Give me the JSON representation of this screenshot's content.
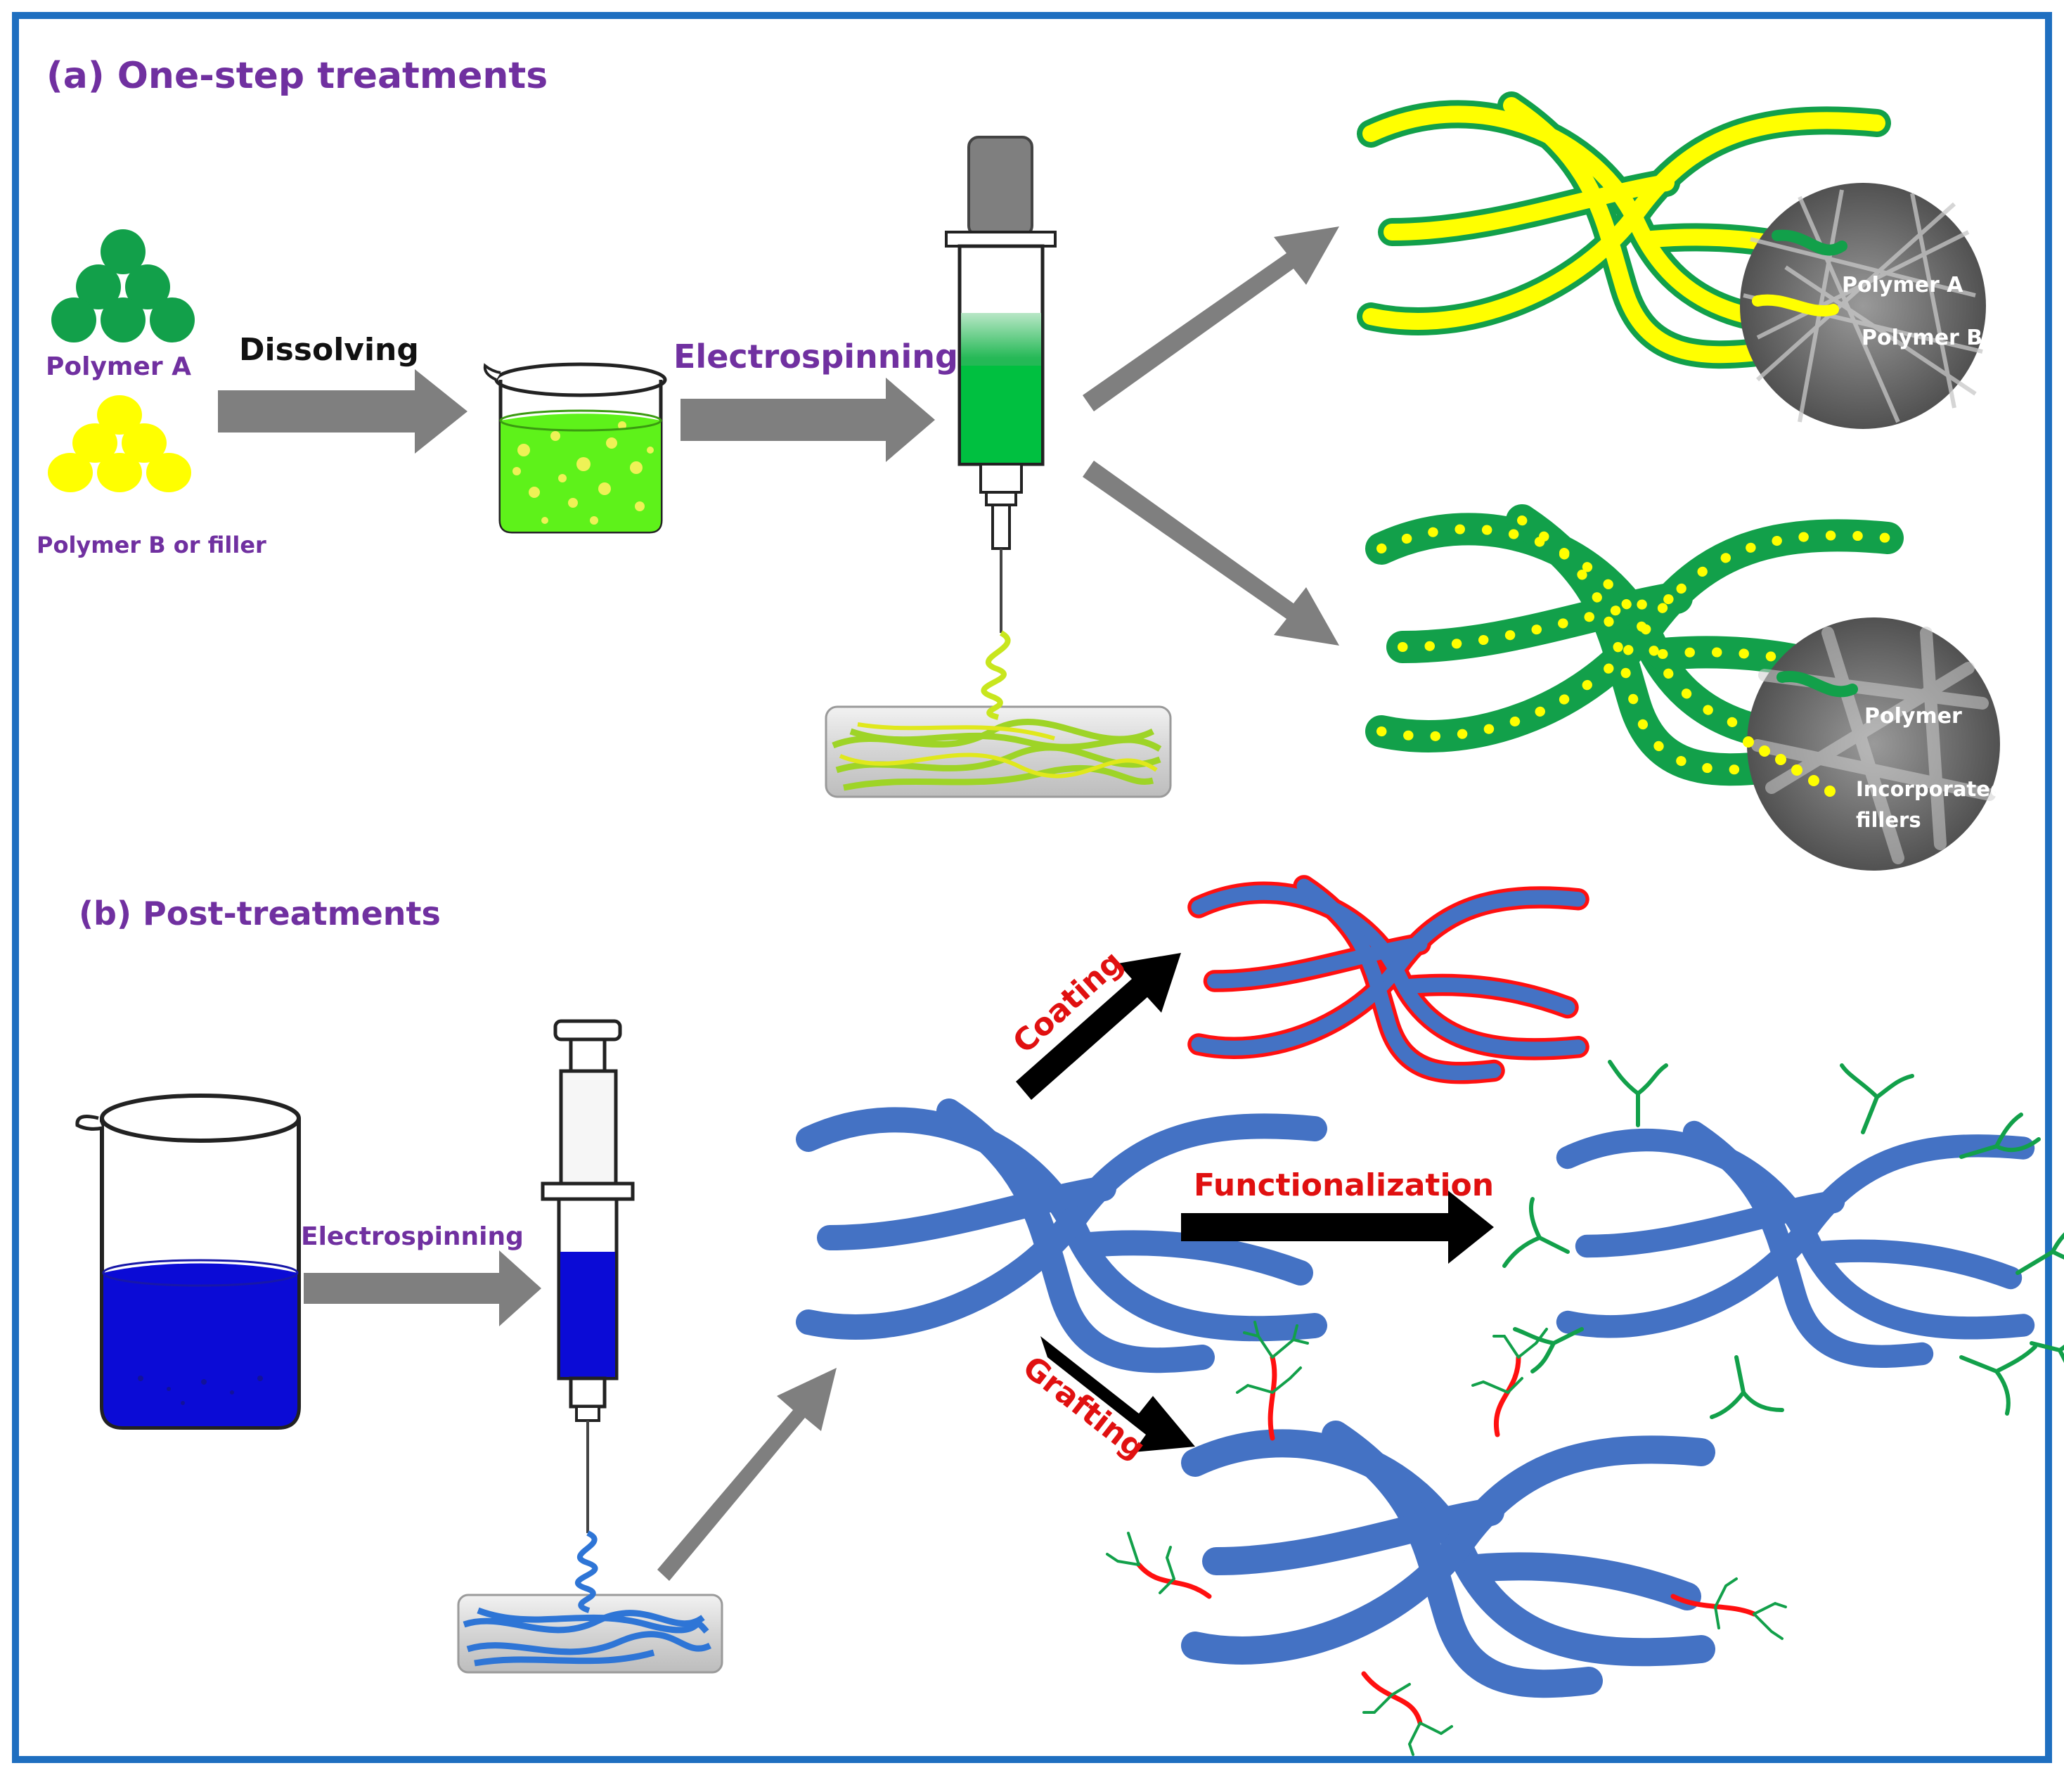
{
  "panel_a": {
    "title": "(a) One-step treatments",
    "polymer_a": "Polymer A",
    "polymer_b_or_filler": "Polymer B or filler",
    "step_dissolving": "Dissolving",
    "step_electrospinning": "Electrospinning",
    "sem_top": {
      "label_a": "Polymer A",
      "label_b": "Polymer B"
    },
    "sem_bottom": {
      "label_polymer": "Polymer",
      "label_fillers_1": "Incorporated",
      "label_fillers_2": "fillers"
    }
  },
  "panel_b": {
    "title": "(b) Post-treatments",
    "step_electrospinning": "Electrospinning",
    "coating": "Coating",
    "functionalization": "Functionalization",
    "grafting": "Grafting"
  },
  "colors": {
    "frame": "#1f6fc0",
    "title": "#7030a0",
    "polymer_a": "#12a04a",
    "polymer_b": "#ffff00",
    "fiber_blue": "#4472c4",
    "coating_red": "#ff1010",
    "arrow_gray": "#7f7f7f",
    "solution_blue": "#0b0bd6",
    "solution_green": "#00c040"
  }
}
